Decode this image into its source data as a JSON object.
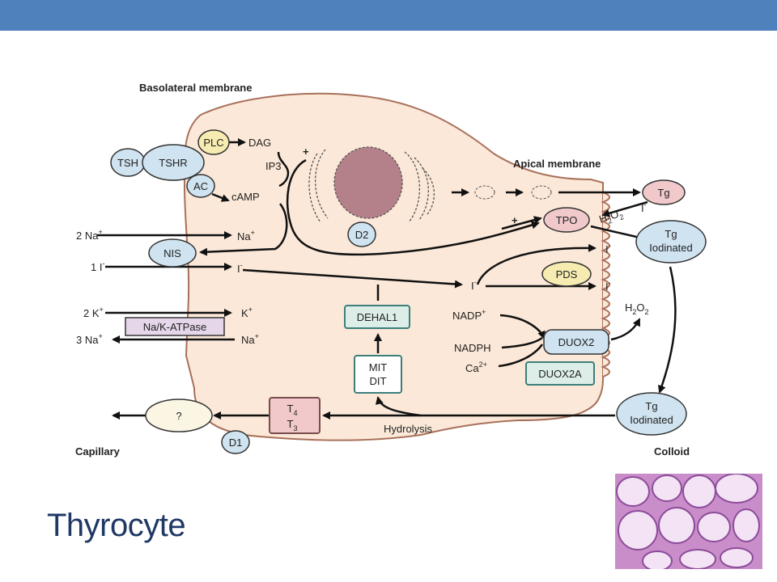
{
  "slide": {
    "title": "Thyrocyte",
    "header_bar_color": "#4f81bd",
    "title_color": "#1f3864"
  },
  "diagram": {
    "labels": {
      "basolateral": "Basolateral membrane",
      "apical": "Apical membrane",
      "capillary": "Capillary",
      "colloid": "Colloid",
      "dag": "DAG",
      "ip3": "IP3",
      "camp": "cAMP",
      "na_in": "Na",
      "i_in": "I",
      "k_in": "K",
      "na_out": "Na",
      "na_left": "2 Na",
      "i_left": "1 I",
      "k_left": "2 K",
      "na3_left": "3 Na",
      "i_mid": "I",
      "i_right1": "I",
      "i_right2": "I",
      "i_tg": "I",
      "nadp": "NADP",
      "nadph": "NADPH",
      "ca": "Ca",
      "ca_sup": "2+",
      "h2o2_top": "H",
      "h2o2_right": "H",
      "hydrolysis": "Hydrolysis",
      "plus1": "+",
      "plus2": "+",
      "plus_sup": "+",
      "minus_sup": "-"
    },
    "nodes": {
      "tsh": "TSH",
      "tshr": "TSHR",
      "plc": "PLC",
      "ac": "AC",
      "nis": "NIS",
      "d2": "D2",
      "d1": "D1",
      "tpo": "TPO",
      "pds": "PDS",
      "tg": "Tg",
      "tg_iodinated_1a": "Tg",
      "tg_iodinated_1b": "Iodinated",
      "tg_iodinated_2a": "Tg",
      "tg_iodinated_2b": "Iodinated",
      "question": "?",
      "t4": "T",
      "t3": "T",
      "t4_sub": "4",
      "t3_sub": "3",
      "dehal1": "DEHAL1",
      "mit": "MIT",
      "dit": "DIT",
      "duox2": "DUOX2",
      "duox2a": "DUOX2A",
      "atpase": "Na/K-ATPase"
    },
    "colors": {
      "cell_fill": "#fbe8d8",
      "cell_stroke": "#a8705a",
      "nucleus": "#b48089",
      "blue_node": "#cfe3f0",
      "yellow_node": "#f6ebb0",
      "pink_node": "#f1c9cb",
      "green_box": "#ddeee8",
      "atpase_box": "#e6d6ea"
    }
  }
}
